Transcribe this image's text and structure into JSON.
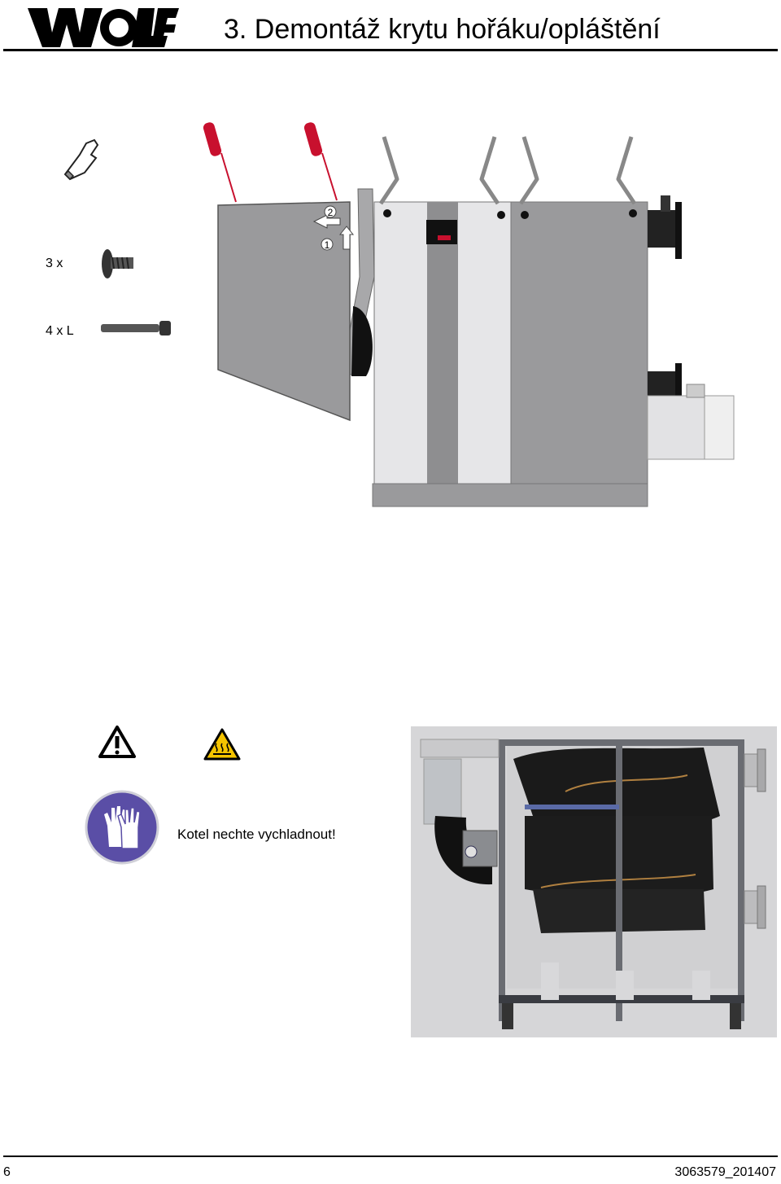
{
  "header": {
    "logo_text": "WOLF",
    "title": "3. Demontáž krytu hořáku/opláštění"
  },
  "diagram": {
    "step_1": "1",
    "step_2": "2",
    "screws": [
      {
        "label": "3 x",
        "icon": "screw-short-icon"
      },
      {
        "label": "4 x L",
        "icon": "screw-long-icon"
      }
    ],
    "glove_icon": "hand-glove-icon"
  },
  "safety": {
    "icons": [
      "warning-triangle-icon",
      "hot-surface-icon",
      "protective-gloves-icon"
    ],
    "note": "Kotel nechte vychladnout!"
  },
  "footer": {
    "page": "6",
    "doc_code": "3063579_201407"
  },
  "colors": {
    "panel_gray": "#9a9a9c",
    "light_gray": "#e8e8ea",
    "dark_gray": "#5a5a5c",
    "screwdriver_red": "#c8102e",
    "glove_blue": "#5a4ea6",
    "hot_yellow": "#f5c400"
  }
}
